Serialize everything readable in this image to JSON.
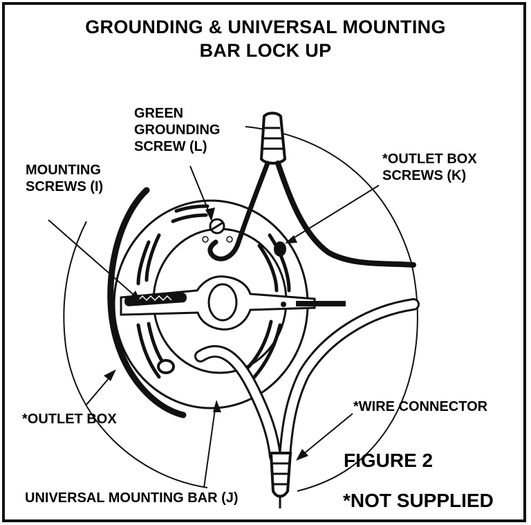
{
  "title": {
    "line1": "GROUNDING & UNIVERSAL MOUNTING",
    "line2": "BAR LOCK UP"
  },
  "labels": {
    "green_grounding_screw": [
      "GREEN",
      "GROUNDING",
      "SCREW (L)"
    ],
    "mounting_screws": [
      "MOUNTING",
      "SCREWS (I)"
    ],
    "outlet_box_screws": [
      "*OUTLET BOX",
      "SCREWS (K)"
    ],
    "outlet_box": "*OUTLET BOX",
    "wire_connector": "*WIRE CONNECTOR",
    "universal_mounting_bar": "UNIVERSAL MOUNTING BAR (J)",
    "figure": "FIGURE 2",
    "not_supplied": "*NOT SUPPLIED"
  },
  "colors": {
    "ink": "#111111",
    "paper": "#ffffff"
  }
}
